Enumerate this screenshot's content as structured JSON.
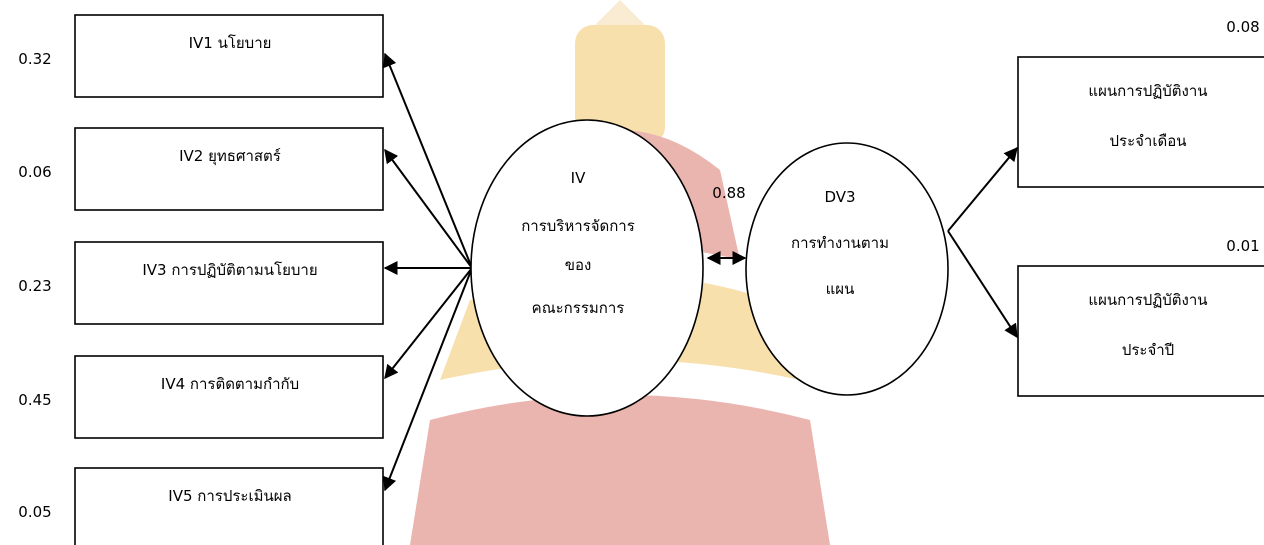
{
  "watermark": {
    "kind": "university-seal",
    "colors": {
      "gold": "#f3c76a",
      "red": "#d9776e",
      "pale": "#f7dcb0"
    }
  },
  "latent": {
    "iv": {
      "lines": [
        "IV",
        "การบริหารจัดการ",
        "ของ",
        "คณะกรรมการ"
      ]
    },
    "dv": {
      "lines": [
        "DV3",
        "การทำงานตาม",
        "แผน"
      ]
    }
  },
  "correlation": "0.88",
  "indicators_left": [
    {
      "label": "IV1 นโยบาย",
      "error": "0.32"
    },
    {
      "label": "IV2 ยุทธศาสตร์",
      "error": "0.06"
    },
    {
      "label": "IV3 การปฏิบัติตามนโยบาย",
      "error": "0.23"
    },
    {
      "label": "IV4 การติดตามกำกับ",
      "error": "0.45"
    },
    {
      "label": "IV5 การประเมินผล",
      "error": "0.05"
    }
  ],
  "indicators_right": [
    {
      "lines": [
        "แผนการปฏิบัติงาน",
        "ประจำเดือน"
      ],
      "error": "0.08"
    },
    {
      "lines": [
        "แผนการปฏิบัติงาน",
        "ประจำปี"
      ],
      "error": "0.01"
    }
  ]
}
